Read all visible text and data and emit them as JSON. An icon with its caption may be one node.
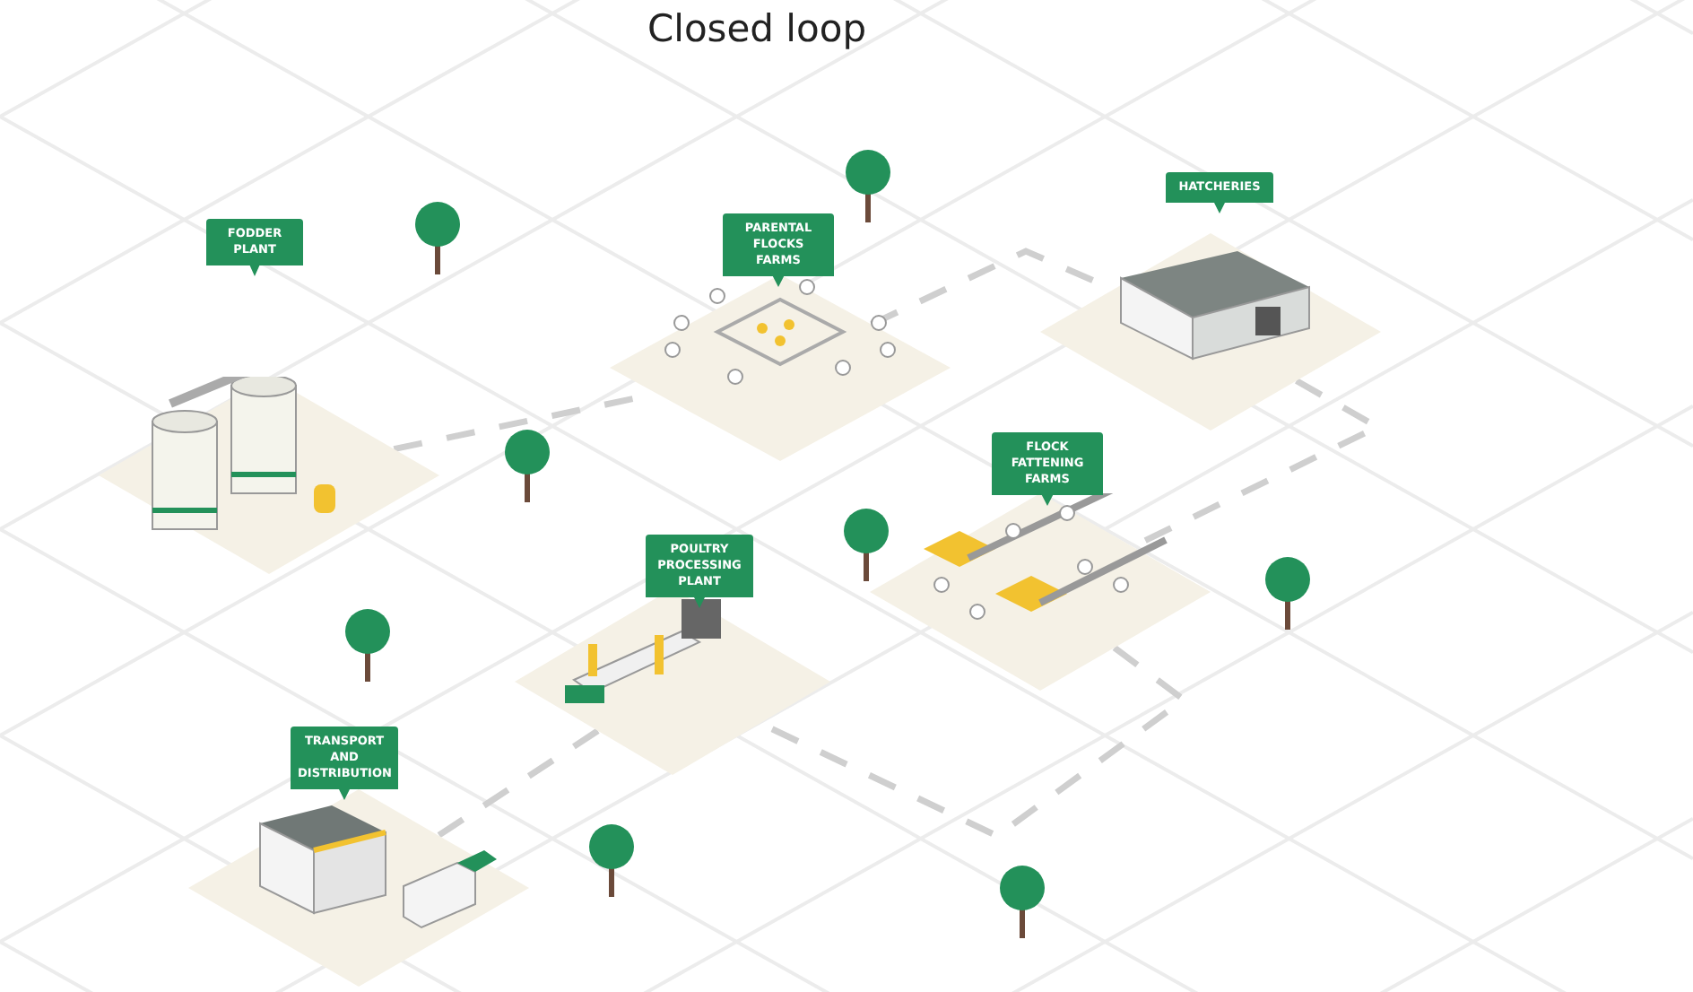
{
  "diagram": {
    "title": "Closed loop",
    "nodes": [
      {
        "text": [
          "FODDER PLANT"
        ]
      },
      {
        "text": [
          "PARENTAL FLOCKS FARMS"
        ]
      },
      {
        "text": [
          "HATCHERIES"
        ]
      },
      {
        "text": [
          "FLOCK FATTENING FARMS"
        ]
      },
      {
        "text": [
          "POULTRY PROCESSING PLANT"
        ]
      },
      {
        "text": [
          "TRANSPORT AND DISTRIBUTION"
        ]
      }
    ],
    "edges": [
      {
        "from": 0,
        "to": 1,
        "arrow": "none",
        "style": "dashed"
      },
      {
        "from": 1,
        "to": 2,
        "arrow": "none",
        "style": "dashed"
      },
      {
        "from": 2,
        "to": 3,
        "arrow": "none",
        "style": "dashed"
      },
      {
        "from": 3,
        "to": 4,
        "arrow": "none",
        "style": "dashed"
      },
      {
        "from": 4,
        "to": 5,
        "arrow": "none",
        "style": "dashed"
      }
    ]
  }
}
